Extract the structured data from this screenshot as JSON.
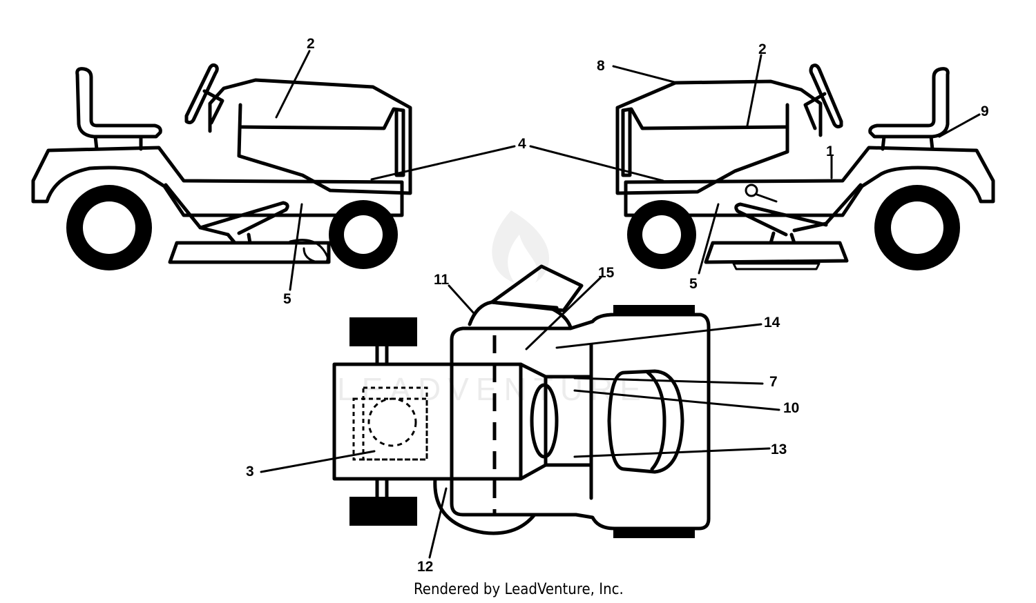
{
  "callouts": {
    "l2": "2",
    "l4": "4",
    "l5": "5",
    "r8": "8",
    "r2": "2",
    "r9": "9",
    "r1": "1",
    "r5": "5",
    "t11": "11",
    "t15": "15",
    "t14": "14",
    "t7": "7",
    "t10": "10",
    "t13": "13",
    "t3": "3",
    "t12": "12"
  },
  "watermark": "LEADVENTURE",
  "footer": "Rendered by LeadVenture, Inc.",
  "colors": {
    "ink": "#000000",
    "background": "#ffffff"
  }
}
